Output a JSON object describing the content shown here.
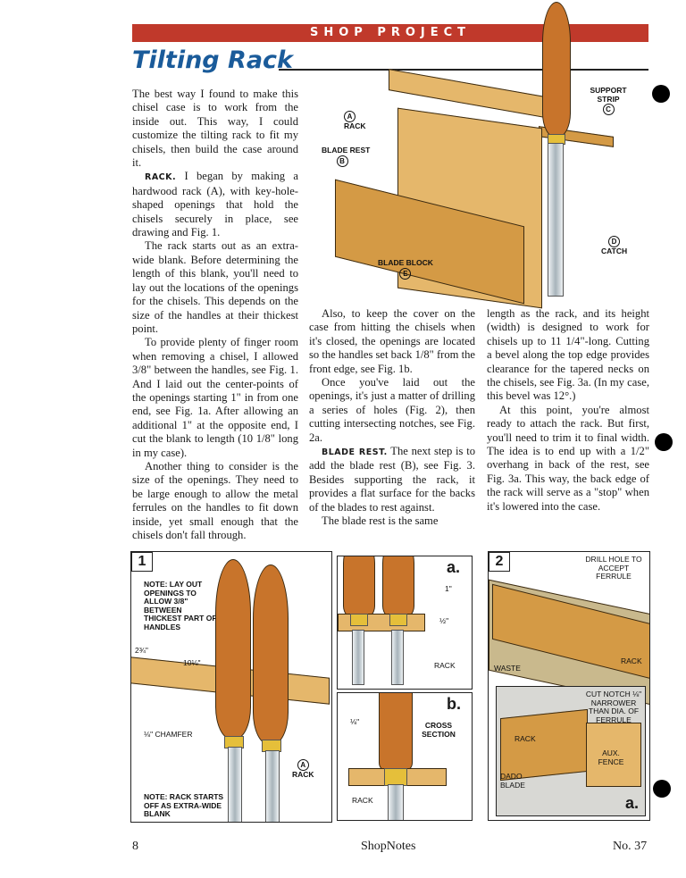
{
  "header": {
    "banner": "SHOP PROJECT",
    "title": "Tilting Rack"
  },
  "column1": {
    "p1": "The best way I found to make this chisel case is to work from the inside out. This way, I could customize the tilting rack to fit my chisels, then build the case around it.",
    "p2_lead": "RACK.",
    "p2": " I began by making a hardwood rack (A), with key-hole-shaped openings that hold the chisels securely in place, see drawing and Fig. 1.",
    "p3": "The rack starts out as an extra-wide blank. Before determining the length of this blank, you'll need to lay out the locations of the openings for the chisels. This depends on the size of the handles at their thickest point.",
    "p4": "To provide plenty of finger room when removing a chisel, I allowed 3/8\" between the handles, see Fig. 1. And I laid out the center-points of the openings starting 1\" in from one end, see Fig. 1a. After allowing an additional 1\" at the opposite end, I cut the blank to length (10 1/8\" long in my case).",
    "p5": "Another thing to consider is the size of the openings. They need to be large enough to allow the metal ferrules on the handles to fit down inside, yet small enough that the chisels don't fall through."
  },
  "column2": {
    "p1": "Also, to keep the cover on the case from hitting the chisels when it's closed, the openings are located so the handles set back 1/8\" from the front edge, see Fig. 1b.",
    "p2": "Once you've laid out the openings, it's just a matter of drilling a series of holes (Fig. 2), then cutting intersecting notches, see Fig. 2a.",
    "p3_lead": "BLADE REST.",
    "p3": " The next step is to add the blade rest (B), see Fig. 3. Besides supporting the rack, it provides a flat surface for the backs of the blades to rest against.",
    "p4": "The blade rest is the same"
  },
  "column3": {
    "p1": "length as the rack, and its height (width) is designed to work for chisels up to 11 1/4\"-long. Cutting a bevel along the top edge provides clearance for the tapered necks on the chisels, see Fig. 3a. (In my case, this bevel was 12°.)",
    "p2": "At this point, you're almost ready to attach the rack. But first, you'll need to trim it to final width. The idea is to end up with a 1/2\" overhang in back of the rest, see Fig. 3a. This way, the back edge of the rack will serve as a \"stop\" when it's lowered into the case."
  },
  "main_drawing": {
    "support_strip": "SUPPORT STRIP",
    "support_strip_id": "C",
    "rack": "RACK",
    "rack_id": "A",
    "blade_rest": "BLADE REST",
    "blade_rest_id": "B",
    "blade_block": "BLADE BLOCK",
    "blade_block_id": "E",
    "catch": "CATCH",
    "catch_id": "D"
  },
  "fig1": {
    "number": "1",
    "note1": "NOTE: LAY OUT OPENINGS TO ALLOW 3/8\" BETWEEN THICKEST PART OF HANDLES",
    "dim1": "2¾\"",
    "dim2": "10⅛\"",
    "chamfer": "⅛\" CHAMFER",
    "rack": "RACK",
    "rack_id": "A",
    "note2": "NOTE: RACK STARTS OFF AS EXTRA-WIDE BLANK"
  },
  "fig1a": {
    "letter": "a.",
    "dim1": "1\"",
    "dim2": "½\"",
    "rack": "RACK"
  },
  "fig1b": {
    "letter": "b.",
    "dim": "⅛\"",
    "title": "CROSS SECTION",
    "rack": "RACK"
  },
  "fig2": {
    "number": "2",
    "drill": "DRILL HOLE TO ACCEPT FERRULE",
    "waste": "WASTE",
    "rack": "RACK"
  },
  "fig2a": {
    "letter": "a.",
    "notch": "CUT NOTCH ⅛\" NARROWER THAN DIA. OF FERRULE",
    "rack": "RACK",
    "aux": "AUX. FENCE",
    "dado": "DADO BLADE"
  },
  "footer": {
    "page": "8",
    "magazine": "ShopNotes",
    "issue": "No. 37"
  }
}
